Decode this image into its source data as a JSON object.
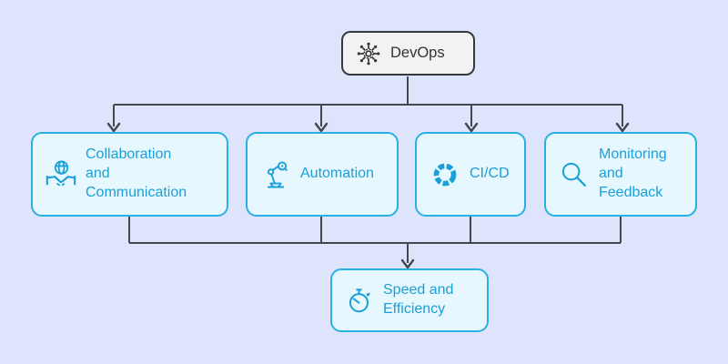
{
  "colors": {
    "background": "#dde4fb",
    "accent": "#29b0e5",
    "node_fill": "#e6f8fe",
    "node_text": "#1b9fd8",
    "edge": "#43474e",
    "devops_fill": "#f2f2f2",
    "devops_border": "#35383c",
    "devops_text": "#333333"
  },
  "nodes": {
    "devops": {
      "label": "DevOps",
      "icon": "hub-icon"
    },
    "collaboration": {
      "label": "Collaboration and Communication",
      "icon": "handshake-globe-icon"
    },
    "automation": {
      "label": "Automation",
      "icon": "robot-arm-icon"
    },
    "cicd": {
      "label": "CI/CD",
      "icon": "cycle-icon"
    },
    "monitoring": {
      "label": "Monitoring and Feedback",
      "icon": "magnifier-icon"
    },
    "speed": {
      "label": "Speed and Efficiency",
      "icon": "stopwatch-icon"
    }
  },
  "edges": [
    {
      "from": "DevOps",
      "to": "Collaboration and Communication"
    },
    {
      "from": "DevOps",
      "to": "Automation"
    },
    {
      "from": "DevOps",
      "to": "CI/CD"
    },
    {
      "from": "DevOps",
      "to": "Monitoring and Feedback"
    },
    {
      "from": "Collaboration and Communication",
      "to": "Speed and Efficiency"
    },
    {
      "from": "Automation",
      "to": "Speed and Efficiency"
    },
    {
      "from": "CI/CD",
      "to": "Speed and Efficiency"
    },
    {
      "from": "Monitoring and Feedback",
      "to": "Speed and Efficiency"
    }
  ]
}
